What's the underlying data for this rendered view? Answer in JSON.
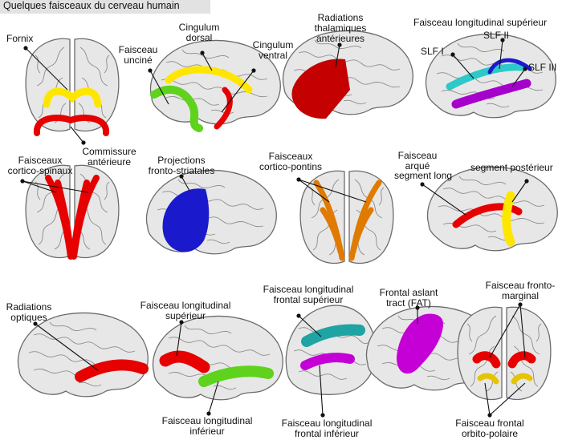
{
  "title": "Quelques faisceaux du cerveau humain",
  "colors": {
    "yellow": "#ffe600",
    "red": "#e60000",
    "green": "#5ed21c",
    "darkred": "#c40000",
    "cyan": "#2dc8c8",
    "purple": "#a500cc",
    "blue": "#1a1acc",
    "orange": "#e07a00",
    "teal": "#1fa3a3",
    "magenta": "#c400d6",
    "gold": "#e6c400"
  },
  "labels": {
    "fornix": "Fornix",
    "commissure": [
      "Commissure",
      "antérieure"
    ],
    "unc": [
      "Faisceau",
      "unciné"
    ],
    "cing_dorsal": [
      "Cingulum",
      "dorsal"
    ],
    "cing_ventral": [
      "Cingulum",
      "ventral"
    ],
    "radiations_thal": [
      "Radiations",
      "thalamiques",
      "antérieures"
    ],
    "slf_title": "Faisceau longitudinal supérieur",
    "slf1": "SLF I",
    "slf2": "SLF II",
    "slf3": "SLF III",
    "cortico_spinaux": [
      "Faisceaux",
      "cortico-spinaux"
    ],
    "fronto_striatales": [
      "Projections",
      "fronto-striatales"
    ],
    "cortico_pontins": [
      "Faisceaux",
      "cortico-pontins"
    ],
    "arque": [
      "Faisceau",
      "arqué"
    ],
    "seg_long": "segment long",
    "seg_post": "segment postérieur",
    "optiques": [
      "Radiations",
      "optiques"
    ],
    "slf_long": [
      "Faisceau longitudinal",
      "supérieur"
    ],
    "fslf": [
      "Faisceau longitudinal",
      "frontal supérieur"
    ],
    "fat": [
      "Frontal aslant",
      "tract (FAT)"
    ],
    "fronto_marginal": [
      "Faisceau fronto-",
      "marginal"
    ],
    "ilf": [
      "Faisceau longitudinal",
      "inférieur"
    ],
    "flfi": [
      "Faisceau longitudinal",
      "frontal inférieur"
    ],
    "orbito": [
      "Faisceau frontal",
      "orbito-polaire"
    ]
  }
}
